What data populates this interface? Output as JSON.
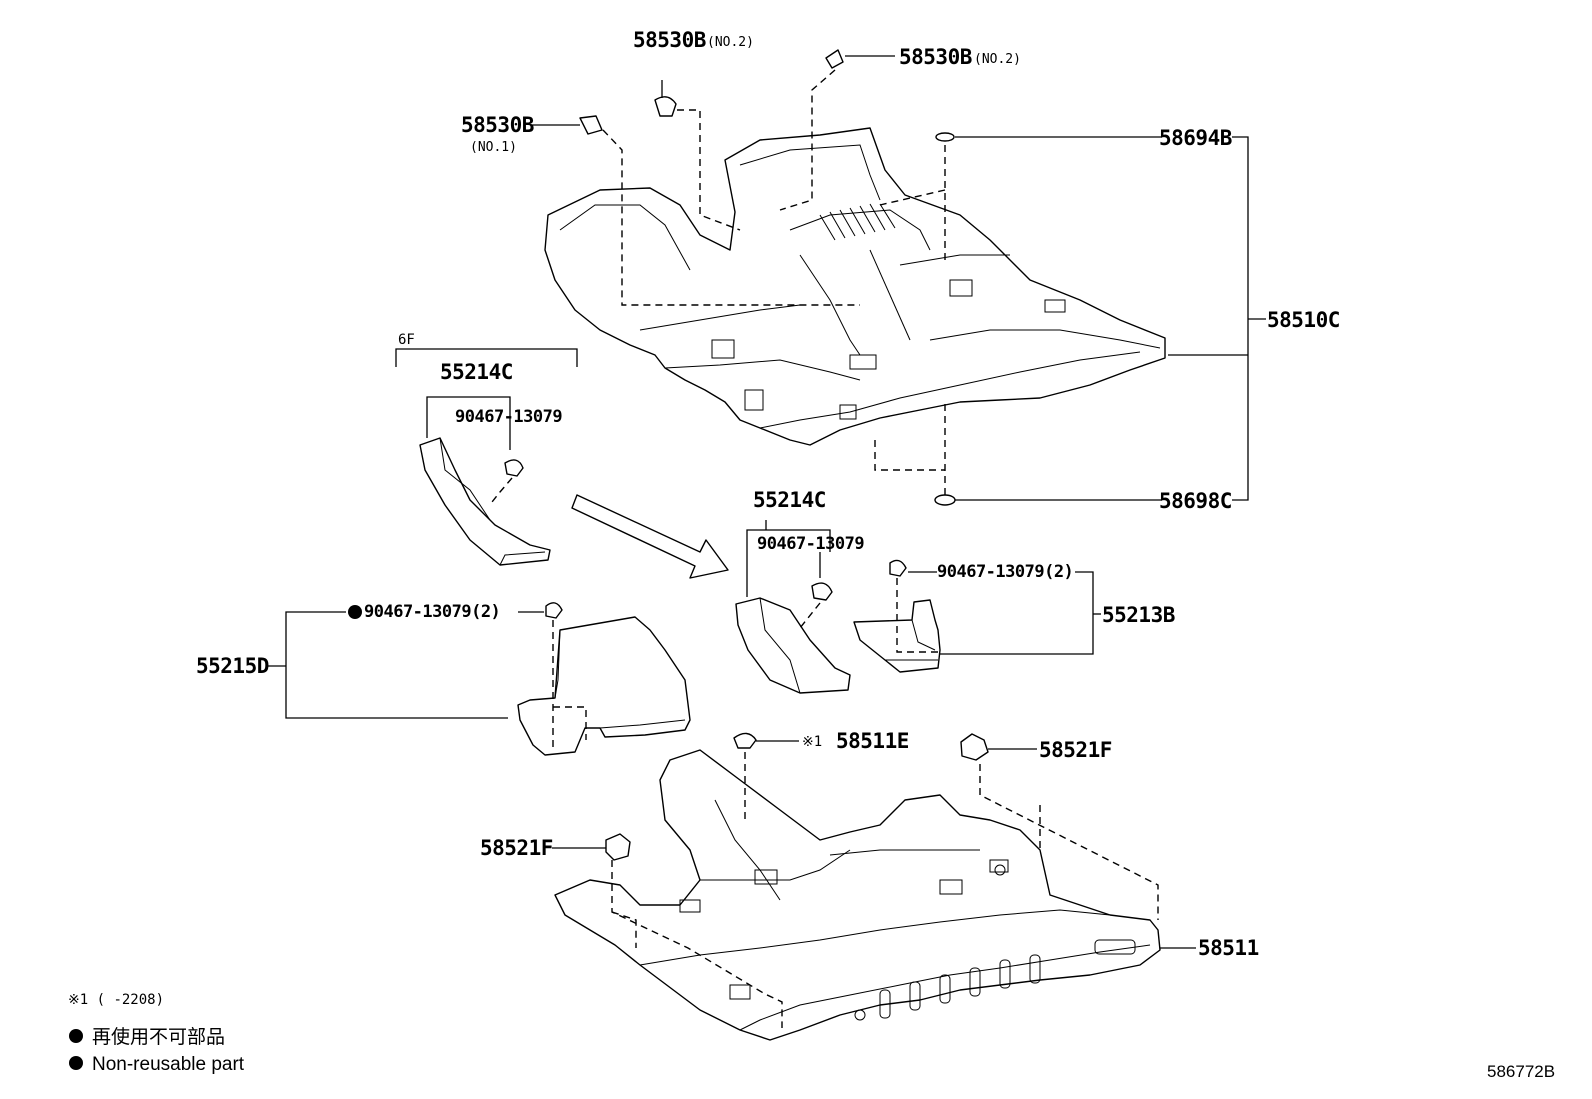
{
  "parts": {
    "p58530b_top": {
      "number": "58530B",
      "note": "(NO.2)"
    },
    "p58530b_right": {
      "number": "58530B",
      "note": "(NO.2)"
    },
    "p58530b_left": {
      "number": "58530B",
      "note": "(NO.1)"
    },
    "p58694b": {
      "number": "58694B"
    },
    "p58510c": {
      "number": "58510C"
    },
    "p58698c": {
      "number": "58698C"
    },
    "p6f": {
      "number": "6F"
    },
    "p55214c_upper": {
      "number": "55214C"
    },
    "p90467_upper": {
      "number": "90467-13079"
    },
    "p55214c_lower": {
      "number": "55214C"
    },
    "p90467_lower": {
      "number": "90467-13079"
    },
    "p90467_2_right": {
      "number": "90467-13079(2)"
    },
    "p55213b": {
      "number": "55213B"
    },
    "p90467_2_left": {
      "number": "90467-13079(2)"
    },
    "p55215d": {
      "number": "55215D"
    },
    "p58511e": {
      "number": "58511E",
      "note": "※1"
    },
    "p58521f_right": {
      "number": "58521F"
    },
    "p58521f_left": {
      "number": "58521F"
    },
    "p58511": {
      "number": "58511"
    }
  },
  "legend": {
    "footnote": "※1 (      -2208)",
    "nonreusable_jp": "再使用不可部品",
    "nonreusable_en": "Non-reusable part"
  },
  "diagram_id": "586772B"
}
